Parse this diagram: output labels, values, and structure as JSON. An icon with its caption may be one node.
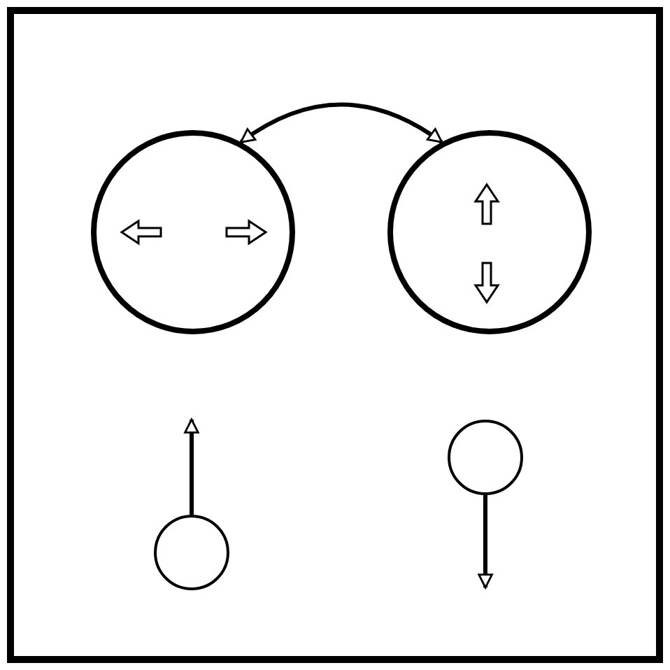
{
  "diagram": {
    "nodes": [
      {
        "text": [],
        "shape": "circle"
      },
      {
        "text": [],
        "shape": "circle"
      },
      {
        "text": [],
        "shape": "circle"
      },
      {
        "text": [],
        "shape": "circle"
      }
    ],
    "edges": [
      {
        "from": 0,
        "to": 1,
        "arrow": "both"
      },
      {
        "from": 2,
        "to": null,
        "arrow": "to"
      },
      {
        "from": 3,
        "to": null,
        "arrow": "to"
      }
    ]
  }
}
